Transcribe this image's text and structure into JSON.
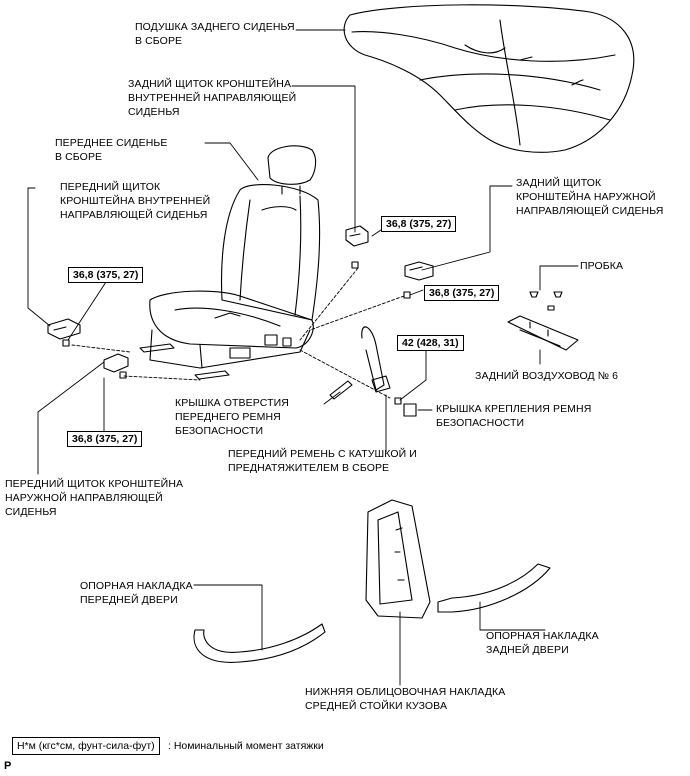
{
  "labels": {
    "rear_cushion": "ПОДУШКА ЗАДНЕГО СИДЕНЬЯ\nВ СБОРЕ",
    "rear_inner_cover": "ЗАДНИЙ ЩИТОК КРОНШТЕЙНА\nВНУТРЕННЕЙ НАПРАВЛЯЮЩЕЙ\nСИДЕНЬЯ",
    "front_seat": "ПЕРЕДНЕЕ СИДЕНЬЕ\nВ СБОРЕ",
    "front_inner_cover": "ПЕРЕДНИЙ ЩИТОК\nКРОНШТЕЙНА ВНУТРЕННЕЙ\nНАПРАВЛЯЮЩЕЙ СИДЕНЬЯ",
    "rear_outer_cover": "ЗАДНИЙ ЩИТОК\nКРОНШТЕЙНА НАРУЖНОЙ\nНАПРАВЛЯЮЩЕЙ СИДЕНЬЯ",
    "plug": "ПРОБКА",
    "rear_duct": "ЗАДНИЙ ВОЗДУХОВОД № 6",
    "belt_hole_cover": "КРЫШКА ОТВЕРСТИЯ\nПЕРЕДНЕГО РЕМНЯ\nБЕЗОПАСНОСТИ",
    "belt_anchor_cover": "КРЫШКА КРЕПЛЕНИЯ РЕМНЯ\nБЕЗОПАСНОСТИ",
    "front_belt": "ПЕРЕДНИЙ РЕМЕНЬ С КАТУШКОЙ И\nПРЕДНАТЯЖИТЕЛЕМ В СБОРЕ",
    "front_outer_cover": "ПЕРЕДНИЙ ЩИТОК КРОНШТЕЙНА\nНАРУЖНОЙ НАПРАВЛЯЮЩЕЙ\nСИДЕНЬЯ",
    "front_scuff": "ОПОРНАЯ НАКЛАДКА\nПЕРЕДНЕЙ ДВЕРИ",
    "rear_scuff": "ОПОРНАЯ НАКЛАДКА\nЗАДНЕЙ ДВЕРИ",
    "center_pillar": "НИЖНЯЯ ОБЛИЦОВОЧНАЯ НАКЛАДКА\nСРЕДНЕЙ СТОЙКИ КУЗОВА"
  },
  "torques": {
    "rear_inner": "36,8 (375, 27)",
    "front_inner": "36,8 (375, 27)",
    "rear_outer": "36,8 (375, 27)",
    "belt": "42 (428, 31)",
    "front_outer": "36,8 (375, 27)"
  },
  "legend": {
    "box": "Н*м (кгс*см, фунт-сила-фут)",
    "text": ": Номинальный момент затяжки"
  },
  "page_mark": "P"
}
